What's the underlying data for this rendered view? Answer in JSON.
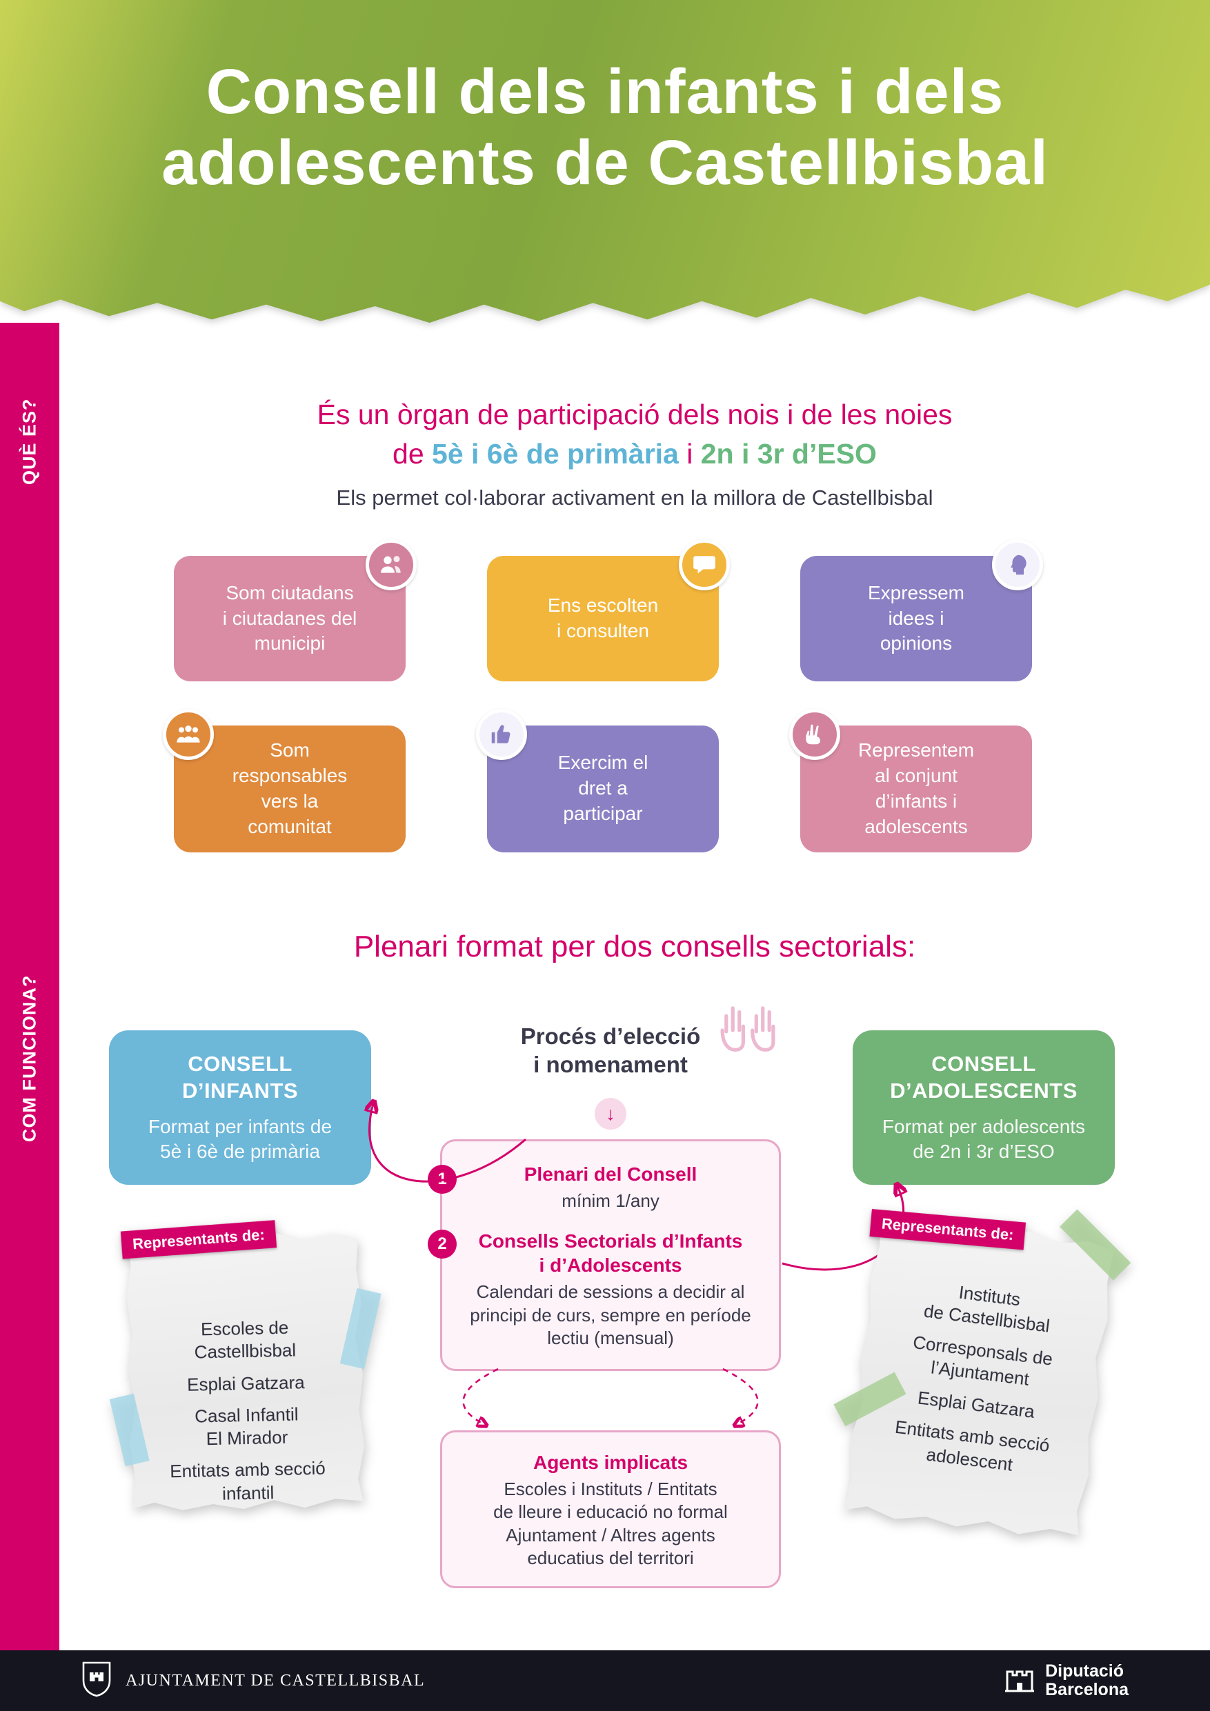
{
  "colors": {
    "magenta": "#d4006a",
    "primaria_blue": "#5eb4d6",
    "eso_green": "#67b97e",
    "header_green_dark": "#83a63e",
    "header_green_light": "#c8d355",
    "box_pink": "#d98ca4",
    "box_yellow": "#f2b63c",
    "box_purple": "#8b80c3",
    "box_orange": "#e08a3c",
    "consell_infants_blue": "#6db7d9",
    "consell_adolescents_green": "#72b377",
    "tape_blue": "#a6d7e6",
    "tape_green": "#a9cf97",
    "footer_bg": "#15151f"
  },
  "header": {
    "title": "Consell dels infants i dels\nadolescents de Castellbisbal"
  },
  "sidebar": {
    "label_top": "QUÈ ÉS?",
    "label_bottom": "COM FUNCIONA?"
  },
  "intro": {
    "line1": "És un òrgan de participació dels nois i de les noies",
    "line2_prefix": "de ",
    "line2_primaria": "5è i 6è de primària",
    "line2_mid": " i ",
    "line2_eso": "2n i 3r d’ESO",
    "line3": "Els permet col·laborar activament en la millora de Castellbisbal"
  },
  "features": [
    {
      "label": "Som ciutadans\ni ciutadanes del\nmunicipi",
      "color": "#d98ca4",
      "icon": "citizens-icon",
      "icon_bg": "#d2829d",
      "icon_color": "#ffffff"
    },
    {
      "label": "Ens escolten\ni consulten",
      "color": "#f2b63c",
      "icon": "chat-icon",
      "icon_bg": "#f2b63c",
      "icon_color": "#ffffff"
    },
    {
      "label": "Expressem\nidees i\nopinions",
      "color": "#8b80c3",
      "icon": "ideas-icon",
      "icon_bg": "#f4f2fb",
      "icon_color": "#8b80c3"
    },
    {
      "label": "Som\nresponsables\nvers la\ncomunitat",
      "color": "#e08a3c",
      "icon": "community-icon",
      "icon_bg": "#e08a3c",
      "icon_color": "#ffffff"
    },
    {
      "label": "Exercim el\ndret a\nparticipar",
      "color": "#8b80c3",
      "icon": "thumbs-up-icon",
      "icon_bg": "#f4f2fb",
      "icon_color": "#8b80c3"
    },
    {
      "label": "Representem\nal conjunt\nd’infants i\nadolescents",
      "color": "#d98ca4",
      "icon": "peace-hand-icon",
      "icon_bg": "#d2829d",
      "icon_color": "#ffffff"
    }
  ],
  "section2_heading": "Plenari format per dos consells sectorials:",
  "consell_infants": {
    "title": "CONSELL\nD’INFANTS",
    "body": "Format per infants de\n5è i 6è de primària",
    "color": "#6db7d9"
  },
  "consell_adolescents": {
    "title": "CONSELL\nD’ADOLESCENTS",
    "body": "Format per adolescents\nde 2n i 3r d’ESO",
    "color": "#72b377"
  },
  "process": {
    "title": "Procés d’elecció\ni nomenament",
    "down_arrow": "↓"
  },
  "plenari_box": {
    "item1_num": "1",
    "item1_title": "Plenari del Consell",
    "item1_body": "mínim 1/any",
    "item2_num": "2",
    "item2_title": "Consells Sectorials d’Infants\ni d’Adolescents",
    "item2_body": "Calendari de sessions a decidir al\nprincipi de curs, sempre en període\nlectiu (mensual)"
  },
  "agents_box": {
    "title": "Agents implicats",
    "body": "Escoles i Instituts / Entitats\nde lleure i educació no formal\nAjuntament / Altres agents\neducatius del territori"
  },
  "note_left": {
    "ribbon": "Representants de:",
    "items": [
      "Escoles de\nCastellbisbal",
      "Esplai Gatzara",
      "Casal Infantil\nEl Mirador",
      "Entitats amb secció\ninfantil"
    ]
  },
  "note_right": {
    "ribbon": "Representants de:",
    "items": [
      "Instituts\nde Castellbisbal",
      "Corresponsals de\nl’Ajuntament",
      "Esplai Gatzara",
      "Entitats amb secció\nadolescent"
    ]
  },
  "footer": {
    "ajuntament": "AJUNTAMENT DE CASTELLBISBAL",
    "diputacio_line1": "Diputació",
    "diputacio_line2": "Barcelona"
  }
}
